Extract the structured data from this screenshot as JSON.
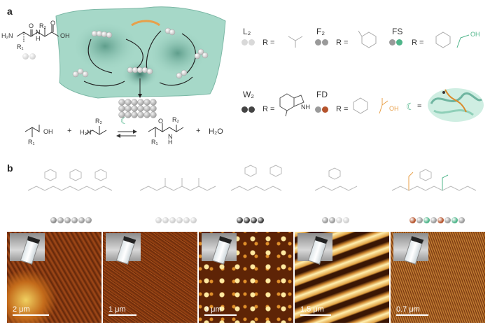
{
  "panels": {
    "a": "a",
    "b": "b"
  },
  "legend": {
    "L2": {
      "label": "L₂",
      "r_eq": "R ="
    },
    "F2": {
      "label": "F₂",
      "r_eq": "R ="
    },
    "FS": {
      "label": "FS",
      "r_eq": "R =",
      "side": "OH"
    },
    "W2": {
      "label": "W₂",
      "r_eq": "R =",
      "side": "NH"
    },
    "FD": {
      "label": "FD",
      "r_eq": "R =",
      "side": "OH"
    },
    "enzyme_eq": "="
  },
  "dipeptide": {
    "h2n": "H₂N",
    "r1": "R₁",
    "r2": "R₂",
    "o": "O",
    "oh": "OH",
    "h": "H",
    "n": "N"
  },
  "reaction": {
    "r1": "R₁",
    "oh": "OH",
    "plus1": "+",
    "h2n": "H₂N",
    "r2": "R₂",
    "plus2": "+",
    "water": "H₂O",
    "o": "O",
    "h": "H",
    "n": "N"
  },
  "peptides": [
    {
      "balls": [
        "#8a8a8a",
        "#9a9a9a",
        "#9a9a9a",
        "#9a9a9a",
        "#9a9a9a",
        "#9a9a9a"
      ]
    },
    {
      "balls": [
        "#cfcfcf",
        "#cfcfcf",
        "#cfcfcf",
        "#cfcfcf",
        "#cfcfcf",
        "#cfcfcf"
      ]
    },
    {
      "balls": [
        "#3a3a3a",
        "#3a3a3a",
        "#3a3a3a",
        "#3a3a3a"
      ]
    },
    {
      "balls": [
        "#9a9a9a",
        "#9a9a9a",
        "#cfcfcf",
        "#cfcfcf"
      ]
    },
    {
      "balls": [
        "#b5532c",
        "#9a9a9a",
        "#4fb58a",
        "#9a9a9a",
        "#b5532c",
        "#9a9a9a",
        "#4fb58a",
        "#9a9a9a"
      ]
    }
  ],
  "micrographs": [
    {
      "scale": "2 μm",
      "bg": "#8a3a14"
    },
    {
      "scale": "1 μm",
      "bg": "#7a3410"
    },
    {
      "scale": "3 μm",
      "bg": "#6e2a08"
    },
    {
      "scale": "1.5 μm",
      "bg": "#5a2606"
    },
    {
      "scale": "0.7 μm",
      "bg": "#7a3810"
    }
  ],
  "colors": {
    "surface": "#a6d8c8",
    "surface_dark": "#6fb5a0",
    "teal_ball": "#4fb58a",
    "orange": "#e8a04a",
    "fd_red": "#b5532c"
  }
}
